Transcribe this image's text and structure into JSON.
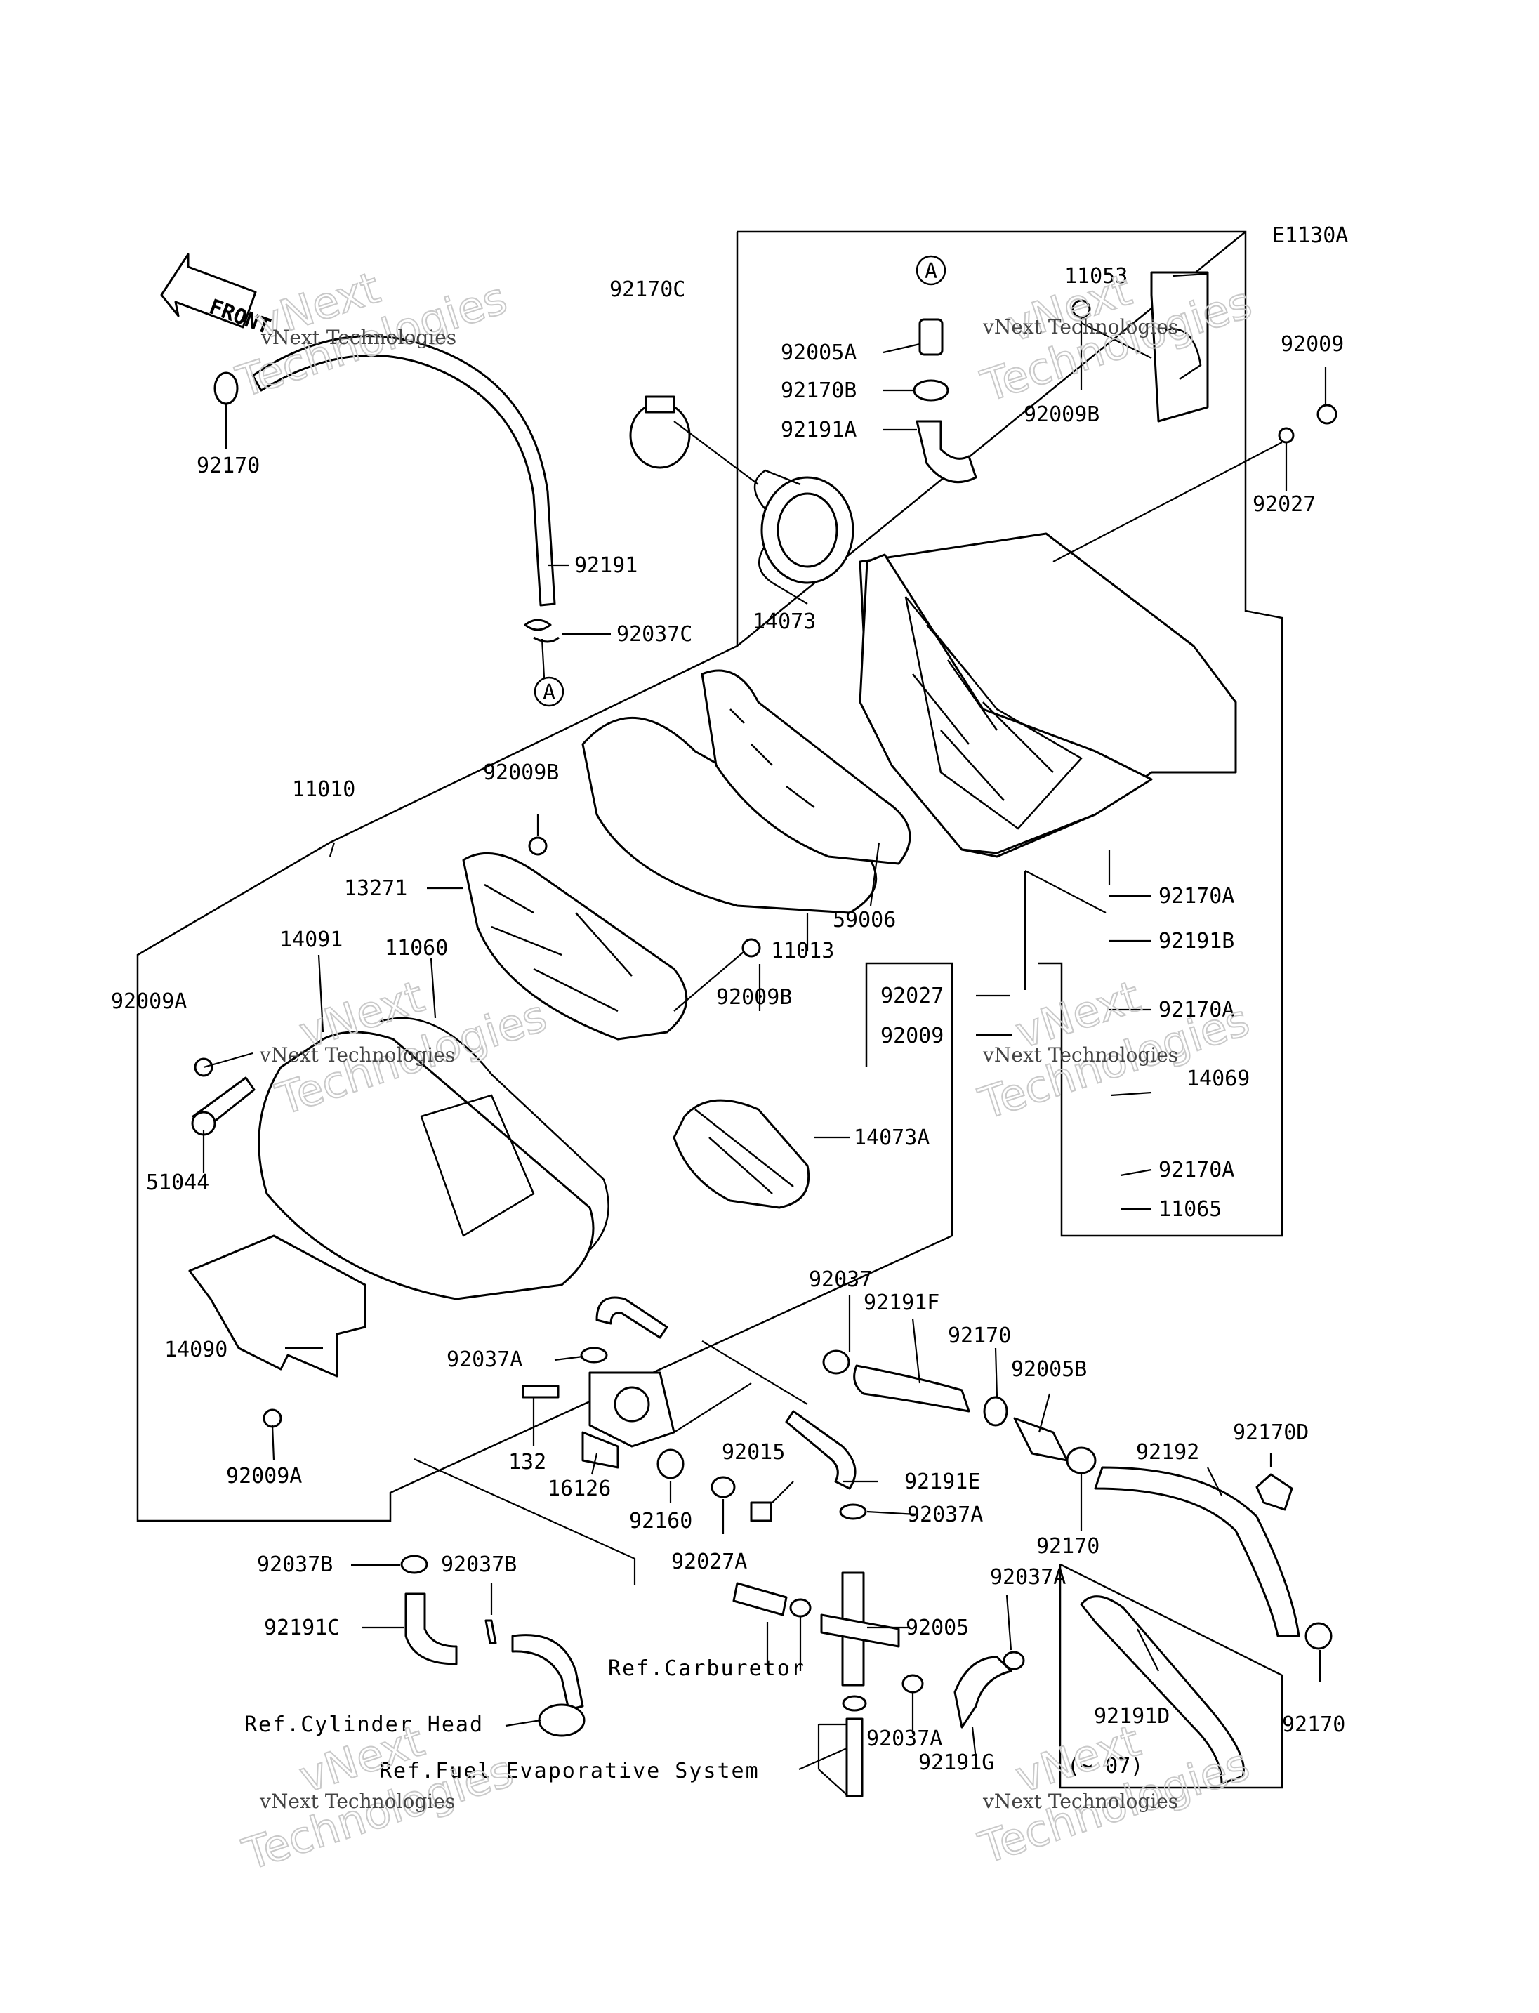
{
  "drawing_code": "E1130A",
  "front_arrow": "FRONT",
  "circle_ref": "A",
  "part_labels": {
    "p11053": "11053",
    "p92005A": "92005A",
    "p92170B": "92170B",
    "p92191A": "92191A",
    "p92009B_top": "92009B",
    "p92009_top": "92009",
    "p92027_top": "92027",
    "p92170C": "92170C",
    "p92170_tl": "92170",
    "p92191": "92191",
    "p92037C": "92037C",
    "p14073": "14073",
    "p11010": "11010",
    "p92009B_mid": "92009B",
    "p13271": "13271",
    "p59006": "59006",
    "p92170A_1": "92170A",
    "p92191B": "92191B",
    "p92027_mid": "92027",
    "p92009_mid": "92009",
    "p92170A_2": "92170A",
    "p14069": "14069",
    "p92170A_3": "92170A",
    "p11065": "11065",
    "p92009A_top": "92009A",
    "p14091": "14091",
    "p11060": "11060",
    "p11013": "11013",
    "p92009B_low": "92009B",
    "p51044": "51044",
    "p14073A": "14073A",
    "p14090": "14090",
    "p92009A_low": "92009A",
    "p92037": "92037",
    "p92191F": "92191F",
    "p92170_mid": "92170",
    "p92005B": "92005B",
    "p92037A_1": "92037A",
    "p132": "132",
    "p92015": "92015",
    "p92191E": "92191E",
    "p92170D": "92170D",
    "p92192": "92192",
    "p16126": "16126",
    "p92160": "92160",
    "p92037A_2": "92037A",
    "p92170_low": "92170",
    "p92027A": "92027A",
    "p92037B_1": "92037B",
    "p92037B_2": "92037B",
    "p92191C": "92191C",
    "p92005": "92005",
    "p92037A_3": "92037A",
    "p92191D": "92191D",
    "p92170_right": "92170",
    "p92037A_4": "92037A",
    "p92191G": "92191G",
    "p07": "(~ 07)"
  },
  "references": {
    "carburetor": "Ref.Carburetor",
    "cylinder_head": "Ref.Cylinder Head",
    "fuel_evap": "Ref.Fuel Evaporative System"
  },
  "watermark": {
    "brand": "vNext",
    "company": "vNext Technologies",
    "word": "Technologies"
  }
}
